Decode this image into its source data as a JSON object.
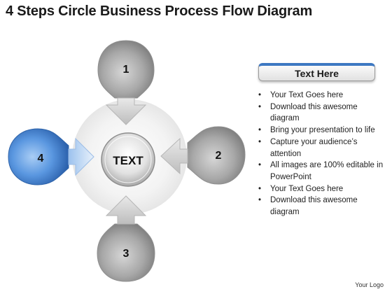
{
  "title": "4 Steps Circle Business Process Flow Diagram",
  "diagram": {
    "center_text": "TEXT",
    "steps": [
      {
        "label": "1",
        "color": "gray"
      },
      {
        "label": "2",
        "color": "gray"
      },
      {
        "label": "3",
        "color": "gray"
      },
      {
        "label": "4",
        "color": "blue"
      }
    ]
  },
  "panel": {
    "heading": "Text Here",
    "bullets": [
      "Your Text Goes here",
      "Download this awesome diagram",
      "Bring your presentation to life",
      "Capture your audience’s attention",
      "All images are 100% editable in PowerPoint",
      "Your Text Goes here",
      "Download this awesome diagram"
    ]
  },
  "footer": {
    "logo": "Your Logo"
  },
  "colors": {
    "accent_blue": "#4a86d4",
    "gray": "#9d9d9d"
  }
}
